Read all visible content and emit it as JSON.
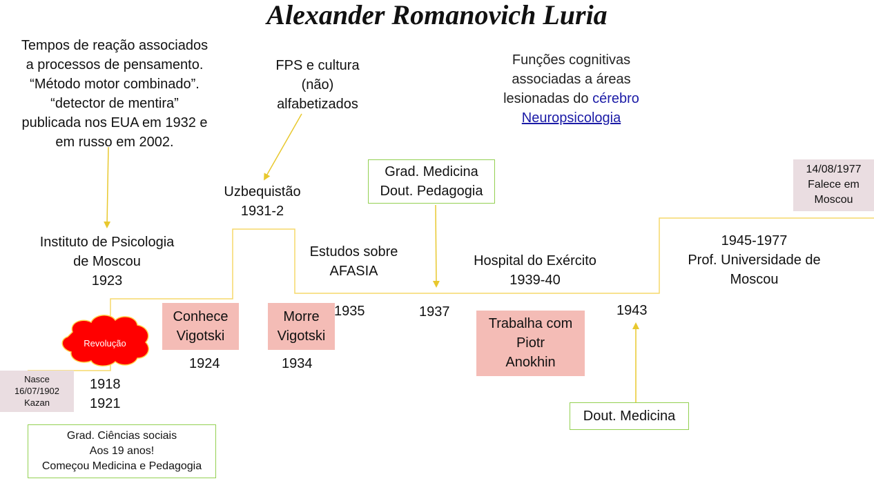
{
  "title": "Alexander Romanovich Luria",
  "notes": {
    "reaction": [
      "Tempos de reação associados",
      "a processos de pensamento.",
      "“Método motor combinado”.",
      "“detector de mentira”",
      "publicada nos EUA em 1932 e",
      "em russo em 2002."
    ],
    "fps": [
      "FPS e cultura",
      "(não)",
      "alfabetizados"
    ],
    "cognitive": [
      "Funções cognitivas",
      "associadas a áreas"
    ],
    "cognitive_line3_prefix": "lesionadas do ",
    "cognitive_line3_link": "cérebro",
    "cognitive_line4": "Neuropsicologia"
  },
  "events": {
    "instituto": [
      "Instituto de Psicologia",
      "de Moscou",
      "1923"
    ],
    "uzbequistao": [
      "Uzbequistão",
      "1931-2"
    ],
    "afasia": [
      "Estudos sobre",
      "AFASIA"
    ],
    "hospital": [
      "Hospital do Exército",
      "1939-40"
    ],
    "prof": [
      "1945-1977",
      "Prof. Universidade de",
      "Moscou"
    ]
  },
  "boxes": {
    "grad_medicina": [
      "Grad. Medicina",
      "Dout. Pedagogia"
    ],
    "falece": [
      "14/08/1977",
      "Falece em",
      "Moscou"
    ],
    "conhece": [
      "Conhece",
      "Vigotski"
    ],
    "morre": [
      "Morre",
      "Vigotski"
    ],
    "anokhin": [
      "Trabalha com",
      "Piotr",
      "Anokhin"
    ],
    "nasce": [
      "Nasce",
      "16/07/1902",
      "Kazan"
    ],
    "grad_ciencias": [
      "Grad. Ciências sociais",
      "Aos 19 anos!",
      "Começou Medicina e Pedagogia"
    ],
    "dout_medicina": "Dout. Medicina"
  },
  "revolution": "Revolução",
  "years": {
    "y1918": "1918",
    "y1921": "1921",
    "y1924": "1924",
    "y1934": "1934",
    "y1935": "1935",
    "y1937": "1937",
    "y1943": "1943"
  },
  "colors": {
    "timeline": "#f5d86a",
    "arrow": "#e8c82e",
    "pink_box": "#f4bcb6",
    "gray_box": "#eadde1",
    "green_border": "#92d050",
    "cloud": "#ff0000",
    "link": "#1a1aa6"
  }
}
